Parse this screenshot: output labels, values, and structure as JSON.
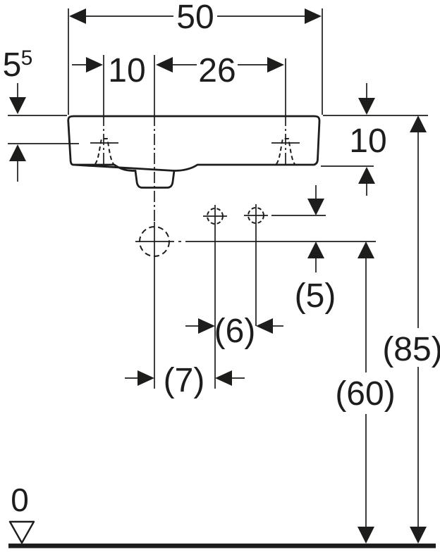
{
  "drawing": {
    "kind": "sanitary-ware installation dimension drawing",
    "view": "front elevation of washbasin with fixing and connection heights",
    "line_color": "#1d1d1b",
    "background_color": "#ffffff",
    "dimensions": {
      "overall_width": "50",
      "tap_hole_offset_from_edge": "10",
      "center_to_tap_hole": "26",
      "rim_to_tap_center_base": "5",
      "rim_to_tap_center_sup": "5",
      "basin_height": "10",
      "hole_row_offset": "(5)",
      "hole_spacing": "(6)",
      "center_to_hole": "(7)",
      "outlet_height": "(60)",
      "rim_height": "(85)",
      "datum_level": "0"
    }
  }
}
